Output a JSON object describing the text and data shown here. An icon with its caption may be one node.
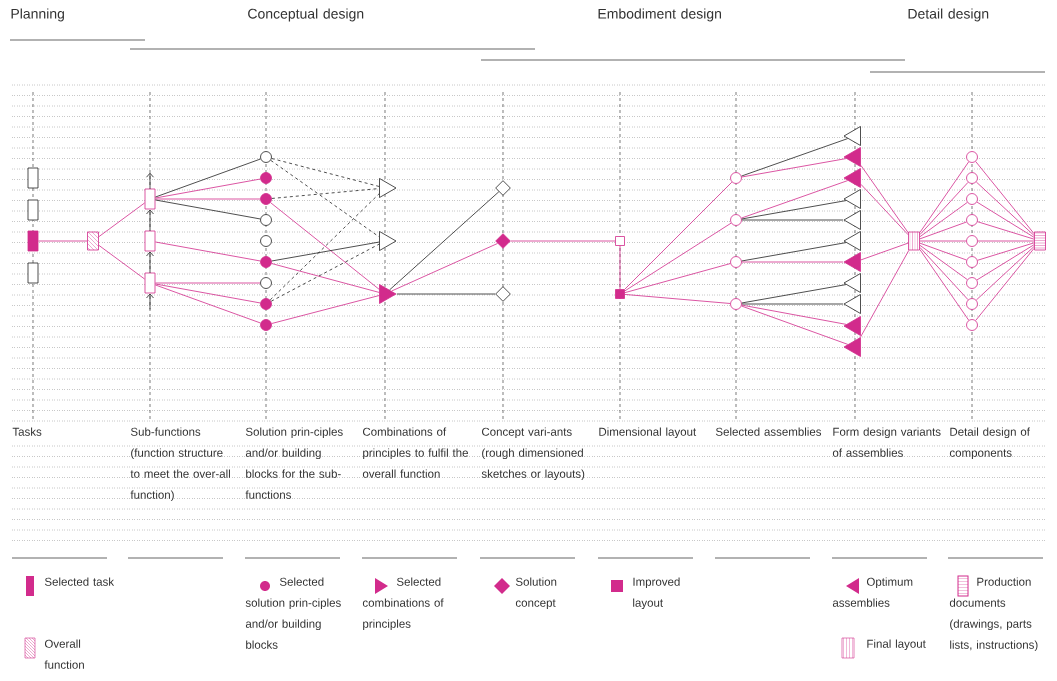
{
  "diagram": {
    "nodes": [
      {
        "text": [],
        "shape": "box"
      },
      {
        "text": [],
        "shape": "box"
      },
      {
        "text": [],
        "shape": "box"
      },
      {
        "text": [],
        "shape": "box"
      },
      {
        "text": [],
        "shape": "box"
      },
      {
        "text": [],
        "shape": "box"
      },
      {
        "text": [],
        "shape": "box"
      },
      {
        "text": [],
        "shape": "box"
      },
      {
        "text": [],
        "shape": "circle"
      },
      {
        "text": [],
        "shape": "circle"
      },
      {
        "text": [],
        "shape": "circle"
      },
      {
        "text": [],
        "shape": "circle"
      },
      {
        "text": [],
        "shape": "circle"
      },
      {
        "text": [],
        "shape": "circle"
      },
      {
        "text": [],
        "shape": "circle"
      },
      {
        "text": [],
        "shape": "circle"
      },
      {
        "text": [],
        "shape": "circle"
      },
      {
        "text": [],
        "shape": "triangle"
      },
      {
        "text": [],
        "shape": "triangle"
      },
      {
        "text": [],
        "shape": "triangle"
      },
      {
        "text": [],
        "shape": "diamond"
      },
      {
        "text": [],
        "shape": "diamond"
      },
      {
        "text": [],
        "shape": "diamond"
      },
      {
        "text": [],
        "shape": "box"
      },
      {
        "text": [],
        "shape": "box"
      },
      {
        "text": [],
        "shape": "circle"
      },
      {
        "text": [],
        "shape": "circle"
      },
      {
        "text": [],
        "shape": "circle"
      },
      {
        "text": [],
        "shape": "circle"
      },
      {
        "text": [],
        "shape": "triangle"
      },
      {
        "text": [],
        "shape": "triangle"
      },
      {
        "text": [],
        "shape": "triangle"
      },
      {
        "text": [],
        "shape": "triangle"
      },
      {
        "text": [],
        "shape": "triangle"
      },
      {
        "text": [],
        "shape": "triangle"
      },
      {
        "text": [],
        "shape": "triangle"
      },
      {
        "text": [],
        "shape": "triangle"
      },
      {
        "text": [],
        "shape": "triangle"
      },
      {
        "text": [],
        "shape": "triangle"
      },
      {
        "text": [],
        "shape": "triangle"
      },
      {
        "text": [],
        "shape": "box"
      },
      {
        "text": [],
        "shape": "circle"
      },
      {
        "text": [],
        "shape": "circle"
      },
      {
        "text": [],
        "shape": "circle"
      },
      {
        "text": [],
        "shape": "circle"
      },
      {
        "text": [],
        "shape": "circle"
      },
      {
        "text": [],
        "shape": "circle"
      },
      {
        "text": [],
        "shape": "circle"
      },
      {
        "text": [],
        "shape": "circle"
      },
      {
        "text": [],
        "shape": "circle"
      },
      {
        "text": [],
        "shape": "box"
      }
    ],
    "edges": [
      {
        "from": 2,
        "to": 4,
        "arrow": "none"
      },
      {
        "from": 4,
        "to": 5,
        "arrow": "none"
      },
      {
        "from": 4,
        "to": 7,
        "arrow": "none"
      },
      {
        "from": null,
        "to": 7,
        "arrow": "to",
        "color": "#222222"
      },
      {
        "from": 7,
        "to": 6,
        "arrow": "to",
        "color": "#222222"
      },
      {
        "from": 6,
        "to": 5,
        "arrow": "to",
        "color": "#222222"
      },
      {
        "from": 5,
        "to": null,
        "arrow": "to",
        "color": "#222222"
      },
      {
        "from": 5,
        "to": 8,
        "arrow": "none",
        "color": "#222222"
      },
      {
        "from": 5,
        "to": 9,
        "arrow": "none"
      },
      {
        "from": 5,
        "to": 10,
        "arrow": "none"
      },
      {
        "from": 5,
        "to": 11,
        "arrow": "none",
        "color": "#222222"
      },
      {
        "from": 6,
        "to": 13,
        "arrow": "none"
      },
      {
        "from": 7,
        "to": 14,
        "arrow": "none"
      },
      {
        "from": 7,
        "to": 15,
        "arrow": "none"
      },
      {
        "from": 7,
        "to": 16,
        "arrow": "none"
      },
      {
        "from": 8,
        "to": 17,
        "arrow": "none",
        "style": "dashed",
        "color": "#222222"
      },
      {
        "from": 8,
        "to": 18,
        "arrow": "none",
        "style": "dashed",
        "color": "#222222"
      },
      {
        "from": 10,
        "to": 17,
        "arrow": "none",
        "style": "dashed",
        "color": "#222222"
      },
      {
        "from": 10,
        "to": 19,
        "arrow": "none"
      },
      {
        "from": 13,
        "to": 18,
        "arrow": "none",
        "color": "#222222"
      },
      {
        "from": 13,
        "to": 19,
        "arrow": "none"
      },
      {
        "from": 15,
        "to": 17,
        "arrow": "none",
        "style": "dashed",
        "color": "#222222"
      },
      {
        "from": 15,
        "to": 18,
        "arrow": "none",
        "style": "dashed",
        "color": "#222222"
      },
      {
        "from": 16,
        "to": 19,
        "arrow": "none"
      },
      {
        "from": 19,
        "to": 20,
        "arrow": "none",
        "color": "#222222"
      },
      {
        "from": 19,
        "to": 21,
        "arrow": "none"
      },
      {
        "from": 19,
        "to": 22,
        "arrow": "none",
        "color": "#222222"
      },
      {
        "from": 21,
        "to": 23,
        "arrow": "none"
      },
      {
        "from": 23,
        "to": 24,
        "arrow": "none"
      },
      {
        "from": 24,
        "to": 25,
        "arrow": "none"
      },
      {
        "from": 24,
        "to": 26,
        "arrow": "none"
      },
      {
        "from": 24,
        "to": 27,
        "arrow": "none"
      },
      {
        "from": 24,
        "to": 28,
        "arrow": "none"
      },
      {
        "from": 25,
        "to": 29,
        "arrow": "none",
        "color": "#222222"
      },
      {
        "from": 25,
        "to": 30,
        "arrow": "none"
      },
      {
        "from": 26,
        "to": 31,
        "arrow": "none"
      },
      {
        "from": 26,
        "to": 32,
        "arrow": "none",
        "color": "#222222"
      },
      {
        "from": 26,
        "to": 33,
        "arrow": "none",
        "color": "#222222"
      },
      {
        "from": 27,
        "to": 34,
        "arrow": "none",
        "color": "#222222"
      },
      {
        "from": 27,
        "to": 35,
        "arrow": "none"
      },
      {
        "from": 28,
        "to": 36,
        "arrow": "none",
        "color": "#222222"
      },
      {
        "from": 28,
        "to": 37,
        "arrow": "none",
        "color": "#222222"
      },
      {
        "from": 28,
        "to": 38,
        "arrow": "none"
      },
      {
        "from": 28,
        "to": 39,
        "arrow": "none"
      },
      {
        "from": 30,
        "to": 40,
        "arrow": "none"
      },
      {
        "from": 31,
        "to": 40,
        "arrow": "none"
      },
      {
        "from": 35,
        "to": 40,
        "arrow": "none"
      },
      {
        "from": 39,
        "to": 40,
        "arrow": "none"
      },
      {
        "from": 40,
        "to": 41,
        "arrow": "none"
      },
      {
        "from": 40,
        "to": 42,
        "arrow": "none"
      },
      {
        "from": 40,
        "to": 43,
        "arrow": "none"
      },
      {
        "from": 40,
        "to": 44,
        "arrow": "none"
      },
      {
        "from": 40,
        "to": 45,
        "arrow": "none"
      },
      {
        "from": 40,
        "to": 46,
        "arrow": "none"
      },
      {
        "from": 40,
        "to": 47,
        "arrow": "none"
      },
      {
        "from": 40,
        "to": 48,
        "arrow": "none"
      },
      {
        "from": 40,
        "to": 49,
        "arrow": "none"
      },
      {
        "from": 41,
        "to": 50,
        "arrow": "none"
      },
      {
        "from": 42,
        "to": 50,
        "arrow": "none"
      },
      {
        "from": 43,
        "to": 50,
        "arrow": "none"
      },
      {
        "from": 44,
        "to": 50,
        "arrow": "none"
      },
      {
        "from": 45,
        "to": 50,
        "arrow": "none"
      },
      {
        "from": 46,
        "to": 50,
        "arrow": "none"
      },
      {
        "from": 47,
        "to": 50,
        "arrow": "none"
      },
      {
        "from": 48,
        "to": 50,
        "arrow": "none"
      },
      {
        "from": 49,
        "to": 50,
        "arrow": "none"
      }
    ],
    "labels": [
      "Planning",
      "Conceptual design",
      "Embodiment design",
      "Detail design",
      "Tasks",
      "Sub-functions (function structure to meet the over-all function)",
      "Solution prin-ciples and/or building blocks for the sub-functions",
      "Combinations of principles to fulfil the overall function",
      "Concept vari-ants (rough dimensioned sketches or layouts)",
      "Dimensional layout",
      "Selected assemblies",
      "Form design variants of assemblies",
      "Detail design of components"
    ],
    "legend": [
      {
        "text": "Selected task"
      },
      {
        "text": "Overall function"
      },
      {
        "text": "Selected solution prin-ciples and/or building blocks"
      },
      {
        "text": "Selected combinations of principles"
      },
      {
        "text": "Solution concept"
      },
      {
        "text": "Improved layout"
      },
      {
        "text": "Optimum assemblies"
      },
      {
        "text": "Final layout"
      },
      {
        "text": "Production documents (drawings, parts lists, instructions)"
      }
    ]
  }
}
